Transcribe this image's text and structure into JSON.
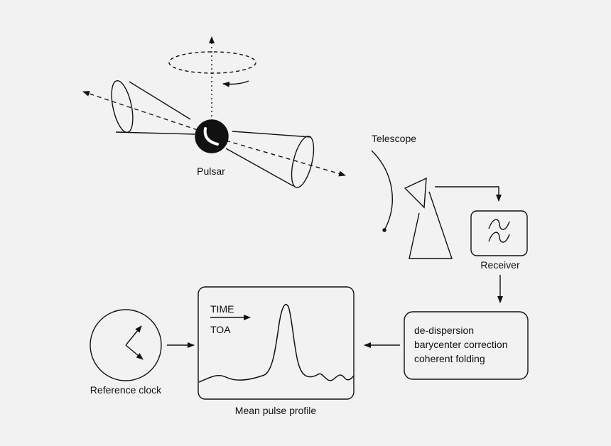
{
  "labels": {
    "pulsar": "Pulsar",
    "telescope": "Telescope",
    "receiver": "Receiver",
    "processing": {
      "line1": "de-dispersion",
      "line2": "barycenter correction",
      "line3": "coherent folding"
    },
    "profile": {
      "time": "TIME",
      "toa": "TOA",
      "caption": "Mean pulse profile"
    },
    "clock": "Reference clock"
  },
  "icons": {
    "receiver": "sine-wave-icon",
    "clock": "clock-hands-icon"
  },
  "colors": {
    "background": "#f2f2f2",
    "ink": "#111111"
  }
}
